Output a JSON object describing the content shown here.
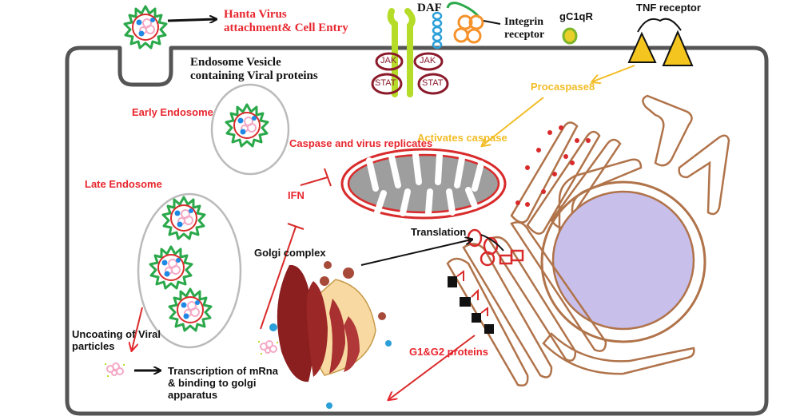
{
  "colors": {
    "membrane": "#555555",
    "red_text": "#e8262e",
    "yellow_arrow": "#f2bd27",
    "receptor_green": "#b6dc2a",
    "receptor_blue": "#2b9fd9",
    "orange": "#f6922b",
    "jak_stat": "#8b1a2b",
    "er_brown": "#b0734a",
    "nucleus": "#c8bfea",
    "mitochondria": "#9e9e9e",
    "virus_green": "#2aa84a",
    "virus_red": "#d92b2b",
    "virus_blue": "#1e88e5",
    "virus_pink": "#f4a9c6",
    "golgi": "#8b1e1e",
    "golgi_cream": "#f7d9a1"
  },
  "labels": {
    "hanta_entry": "Hanta Virus\nattachment& Cell Entry",
    "daf": "DAF",
    "integrin": "Integrin\nreceptor",
    "gc1qr": "gC1qR",
    "tnf": "TNF receptor",
    "endosome_vesicle": "Endosome Vesicle\ncontaining Viral proteins",
    "jak_1": "JAK",
    "jak_2": "JAK",
    "stat_1": "STAT",
    "stat_2": "STAT",
    "procaspase": "Procaspase8",
    "early_endosome": "Early Endosome",
    "activates_caspase": "Activates caspase",
    "caspase_virus": "Caspase and virus replicates",
    "late_endosome": "Late Endosome",
    "ifn": "IFN",
    "translation": "Translation",
    "golgi": "Golgi complex",
    "uncoating": "Uncoating of Viral\nparticles",
    "g1g2": "G1&G2 proteins",
    "transcription": "Transcription of mRna\n& binding to golgi\napparatus"
  },
  "icons": {
    "virus": "hantavirus-particle-icon",
    "arrow": "arrow-icon",
    "inhibit": "inhibition-bar-icon"
  }
}
